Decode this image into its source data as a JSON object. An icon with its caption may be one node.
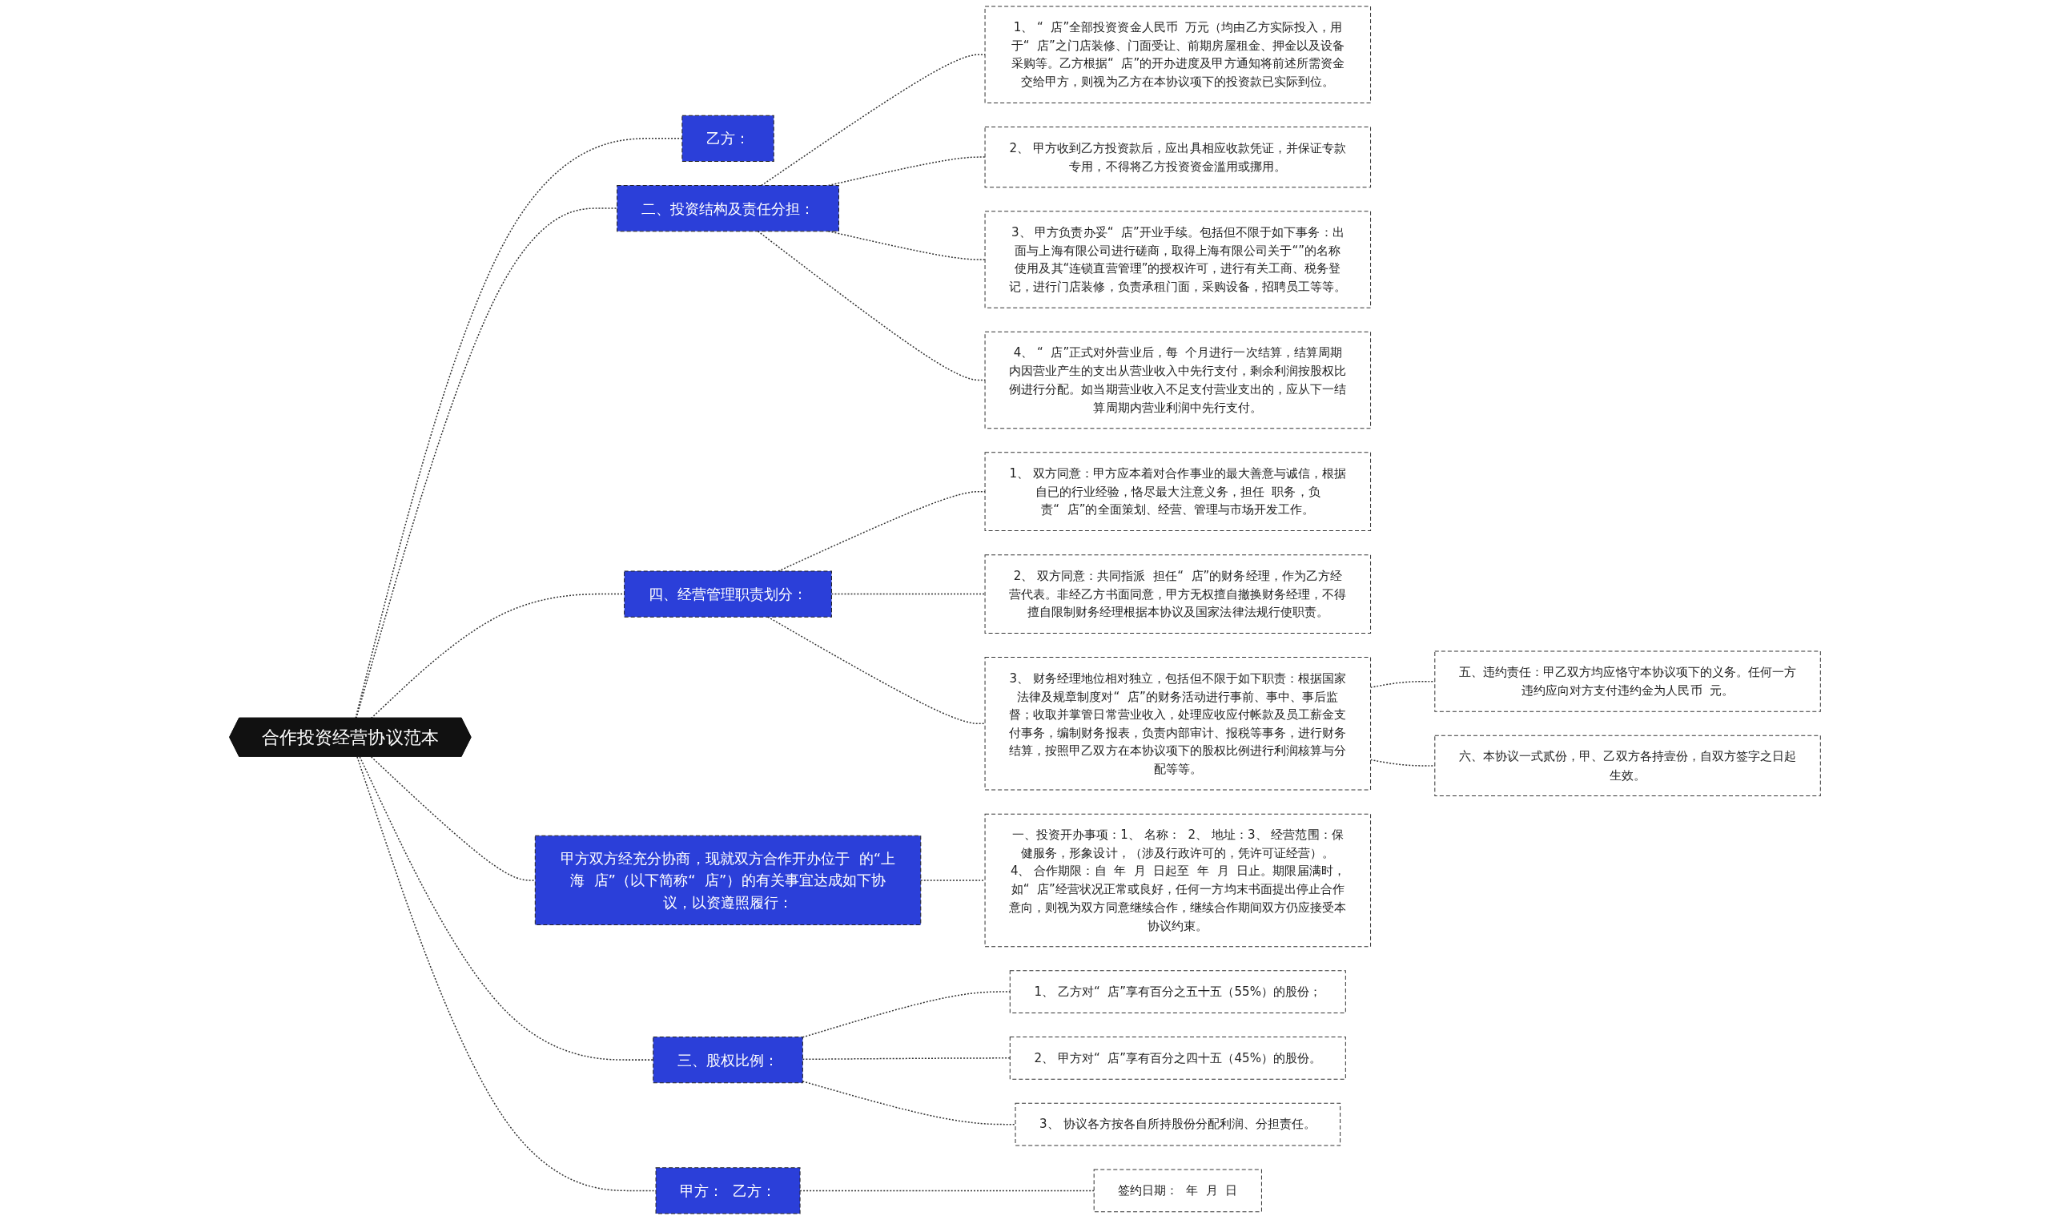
{
  "diagram": {
    "nodes": [
      {
        "text": [
          "合作投资经营协议范本"
        ]
      },
      {
        "text": [
          "乙方："
        ]
      },
      {
        "text": [
          "二、投资结构及责任分担："
        ]
      },
      {
        "text": [
          "1、 “  店”全部投资资金人民币  万元（均由乙方实际投入，用于“  店”之门店装修、门面受让、前期房屋租金、押金以及设备采购等。乙方根据“  店”的开办进度及甲方通知将前述所需资金交给甲方，则视为乙方在本协议项下的投资款已实际到位。"
        ]
      },
      {
        "text": [
          "2、 甲方收到乙方投资款后，应出具相应收款凭证，并保证专款专用，不得将乙方投资资金滥用或挪用。"
        ]
      },
      {
        "text": [
          "3、 甲方负责办妥“  店”开业手续。包括但不限于如下事务：出面与上海有限公司进行磋商，取得上海有限公司关于“”的名称使用及其“连锁直营管理”的授权许可，进行有关工商、税务登记，进行门店装修，负责承租门面，采购设备，招聘员工等等。"
        ]
      },
      {
        "text": [
          "4、 “  店”正式对外营业后，每  个月进行一次结算，结算周期内因营业产生的支出从营业收入中先行支付，剩余利润按股权比例进行分配。如当期营业收入不足支付营业支出的，应从下一结算周期内营业利润中先行支付。"
        ]
      },
      {
        "text": [
          "四、经营管理职责划分："
        ]
      },
      {
        "text": [
          "1、 双方同意：甲方应本着对合作事业的最大善意与诚信，根据自已的行业经验，恪尽最大注意义务，担任  职务，负责“  店”的全面策划、经营、管理与市场开发工作。"
        ]
      },
      {
        "text": [
          "2、 双方同意：共同指派  担任“  店”的财务经理，作为乙方经营代表。非经乙方书面同意，甲方无权擅自撤换财务经理，不得擅自限制财务经理根据本协议及国家法律法规行使职责。"
        ]
      },
      {
        "text": [
          "3、 财务经理地位相对独立，包括但不限于如下职责：根据国家法律及规章制度对“  店”的财务活动进行事前、事中、事后监督；收取并掌管日常营业收入，处理应收应付帐款及员工薪金支付事务，编制财务报表，负责内部审计、报税等事务，进行财务结算，按照甲乙双方在本协议项下的股权比例进行利润核算与分配等等。"
        ]
      },
      {
        "text": [
          "五、违约责任：甲乙双方均应恪守本协议项下的义务。任何一方违约应向对方支付违约金为人民币  元。"
        ]
      },
      {
        "text": [
          "六、本协议一式贰份，甲、乙双方各持壹份，自双方签字之日起生效。"
        ]
      },
      {
        "text": [
          "甲方双方经充分协商，现就双方合作开办位于  的“上海  店”（以下简称“  店”）的有关事宜达成如下协议，以资遵照履行："
        ]
      },
      {
        "text": [
          "一、投资开办事项：1、 名称：  2、 地址：3、 经营范围：保健服务，形象设计，（涉及行政许可的，凭许可证经营）。4、 合作期限：自  年  月  日起至  年  月  日止。期限届满时，如“  店”经营状况正常或良好，任何一方均末书面提出停止合作意向，则视为双方同意继续合作，继续合作期间双方仍应接受本协议约束。"
        ]
      },
      {
        "text": [
          "三、股权比例："
        ]
      },
      {
        "text": [
          "1、 乙方对“  店”享有百分之五十五（55%）的股份；"
        ]
      },
      {
        "text": [
          "2、 甲方对“  店”享有百分之四十五（45%）的股份。"
        ]
      },
      {
        "text": [
          "3、 协议各方按各自所持股份分配利润、分担责任。"
        ]
      },
      {
        "text": [
          "甲方：  乙方："
        ]
      },
      {
        "text": [
          "签约日期：  年  月  日"
        ]
      }
    ],
    "edges": [
      {
        "from": 0,
        "to": 1,
        "arrow": "none",
        "style": "dashed"
      },
      {
        "from": 0,
        "to": 2,
        "arrow": "none",
        "style": "dashed"
      },
      {
        "from": 2,
        "to": 3,
        "arrow": "none",
        "style": "dashed"
      },
      {
        "from": 2,
        "to": 4,
        "arrow": "none",
        "style": "dashed"
      },
      {
        "from": 2,
        "to": 5,
        "arrow": "none",
        "style": "dashed"
      },
      {
        "from": 2,
        "to": 6,
        "arrow": "none",
        "style": "dashed"
      },
      {
        "from": 0,
        "to": 7,
        "arrow": "none",
        "style": "dashed"
      },
      {
        "from": 7,
        "to": 8,
        "arrow": "none",
        "style": "dashed"
      },
      {
        "from": 7,
        "to": 9,
        "arrow": "none",
        "style": "dashed"
      },
      {
        "from": 7,
        "to": 10,
        "arrow": "none",
        "style": "dashed"
      },
      {
        "from": 10,
        "to": 11,
        "arrow": "none",
        "style": "dashed"
      },
      {
        "from": 10,
        "to": 12,
        "arrow": "none",
        "style": "dashed"
      },
      {
        "from": 0,
        "to": 13,
        "arrow": "none",
        "style": "dashed"
      },
      {
        "from": 13,
        "to": 14,
        "arrow": "none",
        "style": "dashed"
      },
      {
        "from": 0,
        "to": 15,
        "arrow": "none",
        "style": "dashed"
      },
      {
        "from": 15,
        "to": 16,
        "arrow": "none",
        "style": "dashed"
      },
      {
        "from": 15,
        "to": 17,
        "arrow": "none",
        "style": "dashed"
      },
      {
        "from": 15,
        "to": 18,
        "arrow": "none",
        "style": "dashed"
      },
      {
        "from": 0,
        "to": 19,
        "arrow": "none",
        "style": "dashed"
      },
      {
        "from": 19,
        "to": 20,
        "arrow": "none",
        "style": "dashed"
      }
    ]
  }
}
